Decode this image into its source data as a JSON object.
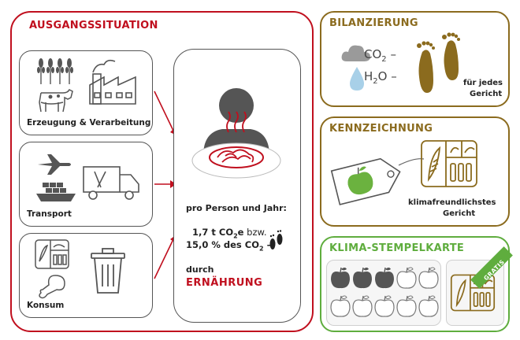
{
  "colors": {
    "red": "#c00f1e",
    "brown": "#8b6b1e",
    "green": "#5fad3e",
    "grey": "#555555",
    "lightgrey": "#9a9a9a"
  },
  "left": {
    "title": "AUSGANGSSITUATION",
    "boxes": [
      {
        "label": "Erzeugung & Verarbeitung",
        "icons": [
          "wheat-icon",
          "factory-icon",
          "cow-icon"
        ]
      },
      {
        "label": "Transport",
        "icons": [
          "airplane-icon",
          "ship-icon",
          "truck-icon"
        ]
      },
      {
        "label": "Konsum",
        "icons": [
          "meal-tray-icon",
          "chicken-leg-icon",
          "trash-bin-icon"
        ]
      }
    ],
    "center": {
      "intro": "pro Person und Jahr:",
      "line1_value": "1,7 t CO",
      "line1_sub": "2",
      "line1_suffix": "e",
      "line1_tail": " bzw.",
      "line2_value": "15,0 % des CO",
      "line2_sub": "2",
      "line2_tail": " –",
      "through": "durch",
      "highlight": "ERNÄHRUNG"
    }
  },
  "right": [
    {
      "title": "BILANZIERUNG",
      "co2_main": "CO",
      "co2_sub": "2",
      "h2o_h": "H",
      "h2o_sub": "2",
      "h2o_o": "O",
      "dash": "–",
      "caption_line1": "für jedes",
      "caption_line2": "Gericht"
    },
    {
      "title": "KENNZEICHNUNG",
      "caption_line1": "klimafreundlichstes",
      "caption_line2": "Gericht"
    },
    {
      "title": "KLIMA-STEMPELKARTE",
      "badge": "GRATIS",
      "stamps_filled": 3,
      "stamps_total": 10
    }
  ]
}
